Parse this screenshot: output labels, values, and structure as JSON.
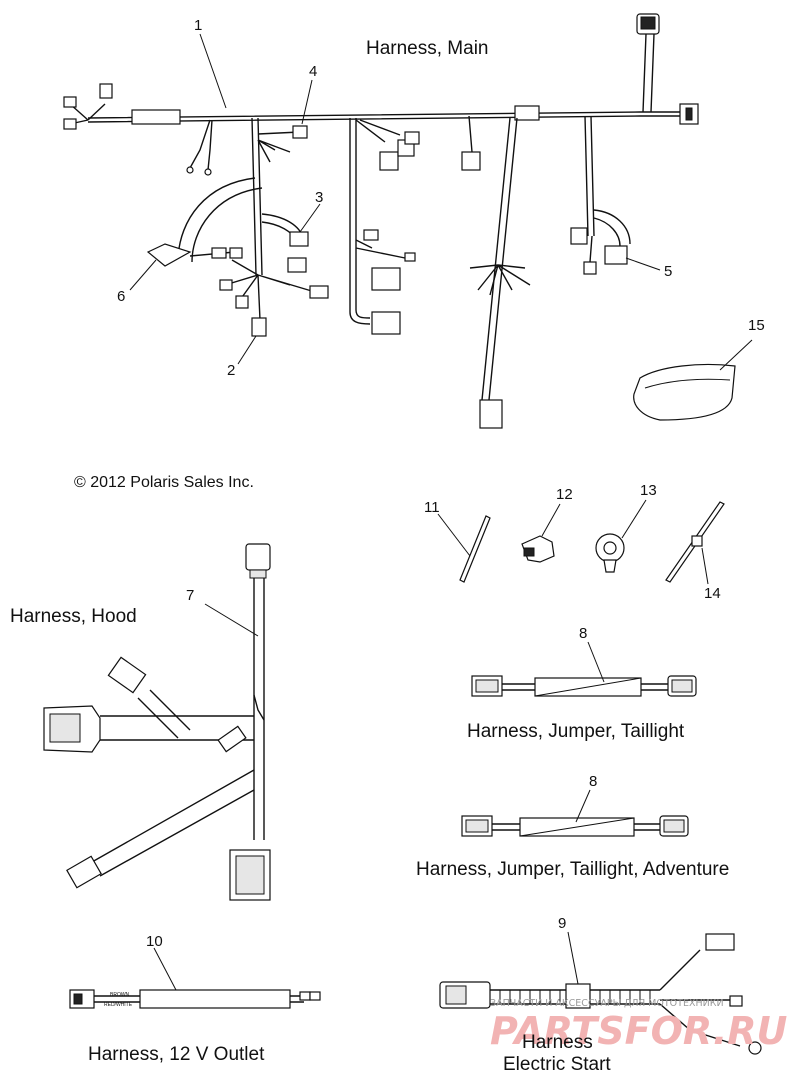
{
  "copyright": "© 2012 Polaris Sales Inc.",
  "titles": {
    "main": "Harness, Main",
    "hood": "Harness, Hood",
    "jumper": "Harness, Jumper, Taillight",
    "jumper_adventure": "Harness, Jumper, Taillight, Adventure",
    "outlet": "Harness, 12 V Outlet",
    "electric_start_1": "Harness",
    "electric_start_2": "Electric Start"
  },
  "callouts": {
    "c1": "1",
    "c2": "2",
    "c3": "3",
    "c4": "4",
    "c5": "5",
    "c6": "6",
    "c7": "7",
    "c8a": "8",
    "c8b": "8",
    "c9": "9",
    "c10": "10",
    "c11": "11",
    "c12": "12",
    "c13": "13",
    "c14": "14",
    "c15": "15"
  },
  "wire_labels": {
    "brown": "BROWN",
    "red_white": "RED/WHITE"
  },
  "watermark": {
    "caption": "ЗАПЧАСТИ И АКСЕССУАРЫ ДЛЯ МОТОТЕХНИКИ",
    "brand": "PARTSFOR.RU",
    "color": "#f2b3b3"
  }
}
